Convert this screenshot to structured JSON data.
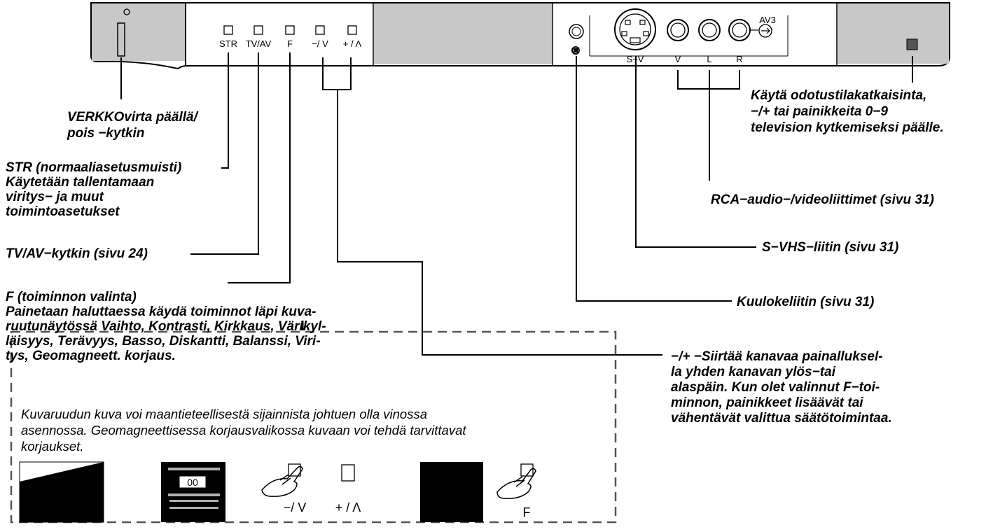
{
  "panel": {
    "button_labels": [
      "STR",
      "TV/AV",
      "F",
      "−/ V",
      "+ / Λ"
    ],
    "jack_labels": {
      "svhs": "S−V",
      "video": "V",
      "left": "L",
      "right": "R",
      "av3": "AV3"
    }
  },
  "callouts": {
    "power": [
      "VERKKOvirta päällä/",
      "pois −kytkin"
    ],
    "str": [
      "STR (normaaliasetusmuisti)",
      "Käytetään tallentamaan",
      "viritys− ja muut",
      "toimintoasetukset"
    ],
    "tvav": "TV/AV−kytkin (sivu 24)",
    "f": [
      "F (toiminnon valinta)",
      "Painetaan haluttaessa käydä toiminnot läpi kuva-",
      "ruutunäytössä Vaihto, Kontrasti, Kirkkaus, Värikyl-",
      "läisyys, Terävyys, Basso, Diskantti, Balanssi, Viri-",
      "tys, Geomagneett. korjaus."
    ],
    "standby": [
      "Käytä odotustilakatkaisinta,",
      "−/+ tai painikkeita 0−9",
      "television kytkemiseksi päälle."
    ],
    "rca": "RCA−audio−/videoliittimet (sivu 31)",
    "svhs": "S−VHS−liitin (sivu 31)",
    "headphone": "Kuulokeliitin (sivu 31)",
    "updown": [
      "−/+ −Siirtää kanavaa painalluksel-",
      "la yhden kanavan ylös−tai",
      "alaspäin. Kun olet valinnut F−toi-",
      "minnon, painikkeet lisäävät tai",
      "vähentävät valittua säätötoimintaa."
    ]
  },
  "note": {
    "lines": [
      "Kuvaruudun kuva voi maantieteellisestä sijainnista johtuen olla vinossa",
      "asennossa. Geomagneettisessa korjausvalikossa kuvaan voi tehdä tarvittavat",
      "korjaukset."
    ],
    "menu_value": "00",
    "minus_label": "−/ V",
    "plus_label": "+ / Λ",
    "f_label": "F"
  }
}
